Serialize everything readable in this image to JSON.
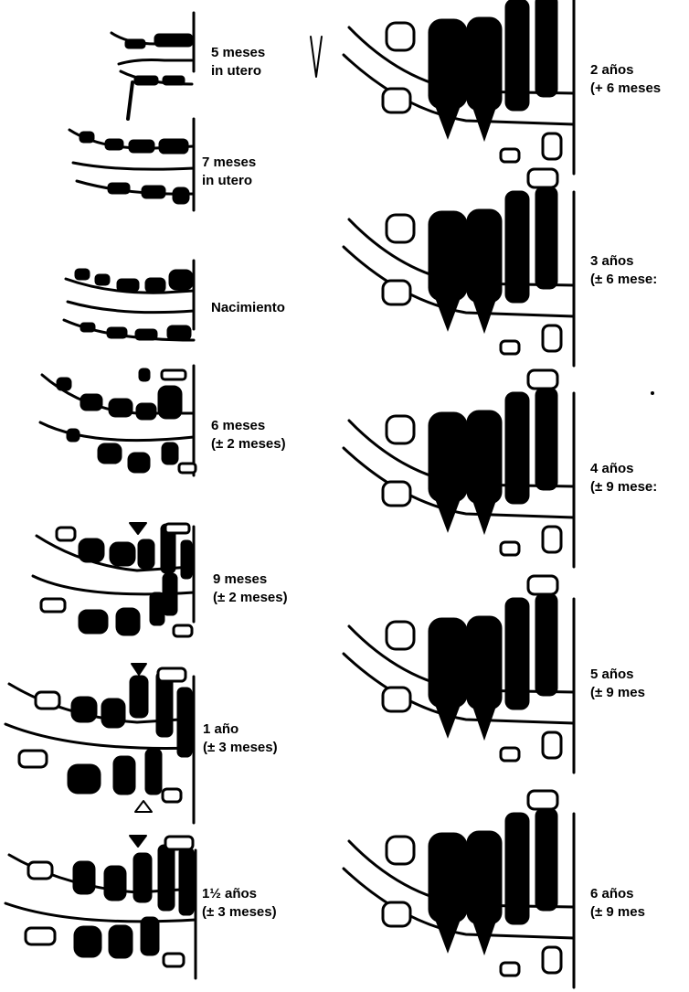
{
  "stages": [
    {
      "id": "stage-5-meses-in-utero",
      "line1": "5 meses",
      "line2": "in utero"
    },
    {
      "id": "stage-7-meses-in-utero",
      "line1": "7 meses",
      "line2": "in utero"
    },
    {
      "id": "stage-nacimiento",
      "line1": "Nacimiento",
      "line2": ""
    },
    {
      "id": "stage-6-meses",
      "line1": "6 meses",
      "line2": "(± 2 meses)"
    },
    {
      "id": "stage-9-meses",
      "line1": "9 meses",
      "line2": "(± 2 meses)"
    },
    {
      "id": "stage-1-ano",
      "line1": "1 año",
      "line2": "(± 3 meses)"
    },
    {
      "id": "stage-1-5-anos",
      "line1": "1½ años",
      "line2": "(± 3 meses)"
    },
    {
      "id": "stage-2-anos",
      "line1": "2 años",
      "line2": "(+ 6 meses"
    },
    {
      "id": "stage-3-anos",
      "line1": "3 años",
      "line2": "(± 6 mese:"
    },
    {
      "id": "stage-4-anos",
      "line1": "4 años",
      "line2": "(± 9 mese:"
    },
    {
      "id": "stage-5-anos",
      "line1": "5 años",
      "line2": "(± 9 mes"
    },
    {
      "id": "stage-6-anos",
      "line1": "6 años",
      "line2": "(± 9 mes"
    }
  ],
  "colors": {
    "ink": "#000000",
    "paper": "#ffffff"
  }
}
